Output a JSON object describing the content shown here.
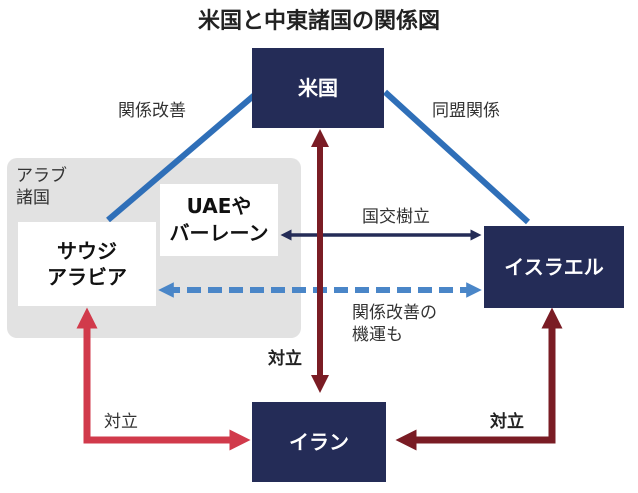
{
  "title": "米国と中東諸国の関係図",
  "group": {
    "label_line1": "アラブ",
    "label_line2": "諸国"
  },
  "nodes": {
    "usa": "米国",
    "israel": "イスラエル",
    "iran": "イラン",
    "saudi_line1": "サウジ",
    "saudi_line2": "アラビア",
    "uae_line1": "UAEや",
    "uae_line2": "バーレーン"
  },
  "edges": {
    "usa_saudi": "関係改善",
    "usa_israel": "同盟関係",
    "uae_israel": "国交樹立",
    "saudi_israel_line1": "関係改善の",
    "saudi_israel_line2": "機運も",
    "usa_iran": "対立",
    "saudi_iran": "対立",
    "israel_iran": "対立"
  },
  "colors": {
    "navy": "#242c57",
    "blue": "#2f6fb8",
    "dashed_blue": "#4a86c8",
    "maroon": "#7a1c24",
    "red": "#d13a4b",
    "group_bg": "#e2e2e2"
  }
}
